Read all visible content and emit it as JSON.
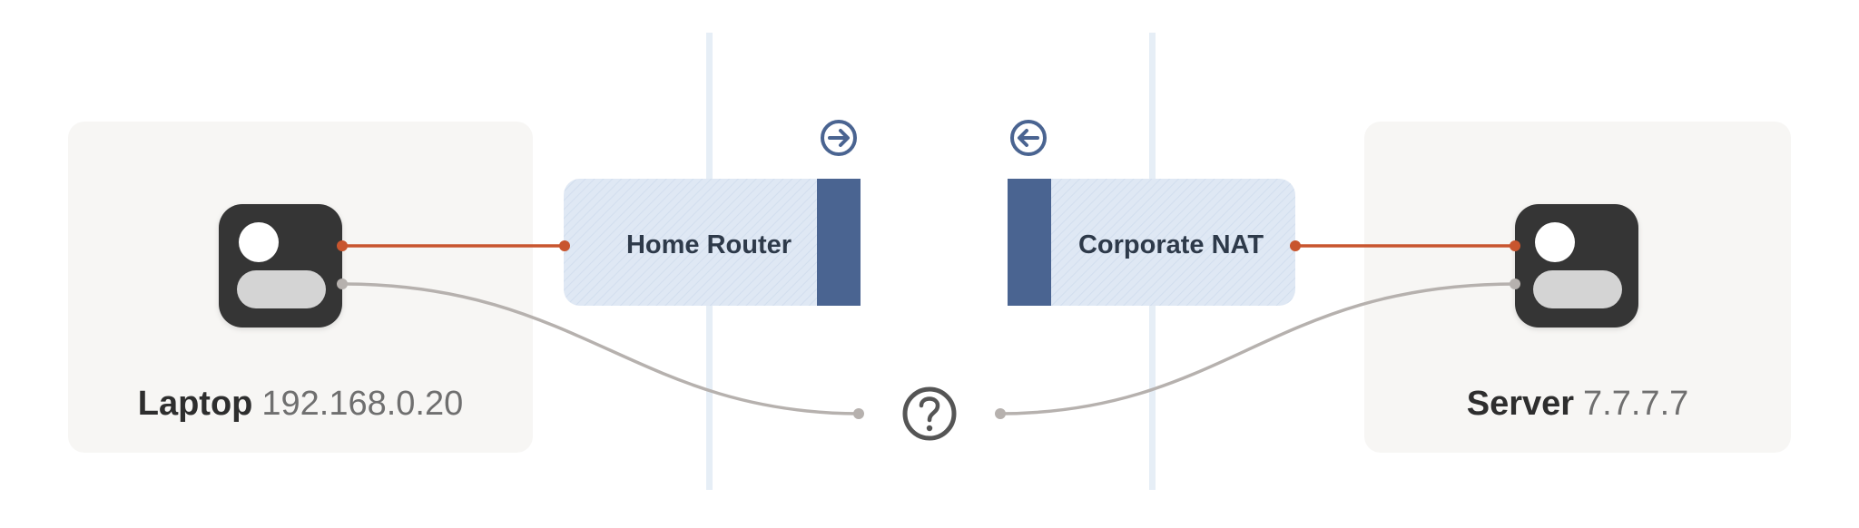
{
  "diagram": {
    "laptop": {
      "name": "Laptop",
      "ip": "192.168.0.20",
      "icon": "computer-icon"
    },
    "server": {
      "name": "Server",
      "ip": "7.7.7.7",
      "icon": "computer-icon"
    },
    "home_router": {
      "label": "Home Router",
      "direction_icon": "arrow-right-circle-icon"
    },
    "corporate_nat": {
      "label": "Corporate NAT",
      "direction_icon": "arrow-left-circle-icon"
    },
    "unknown_link_icon": "question-circle-icon",
    "colors": {
      "panel": "#f7f6f4",
      "device": "#343434",
      "nat_box": "#dfe8f4",
      "nat_bar": "#4a6491",
      "wire_active": "#c8552e",
      "wire_inactive": "#b6b1ae",
      "boundary": "#e6eef6",
      "icon_stroke": "#4a6491",
      "question": "#555555"
    }
  }
}
